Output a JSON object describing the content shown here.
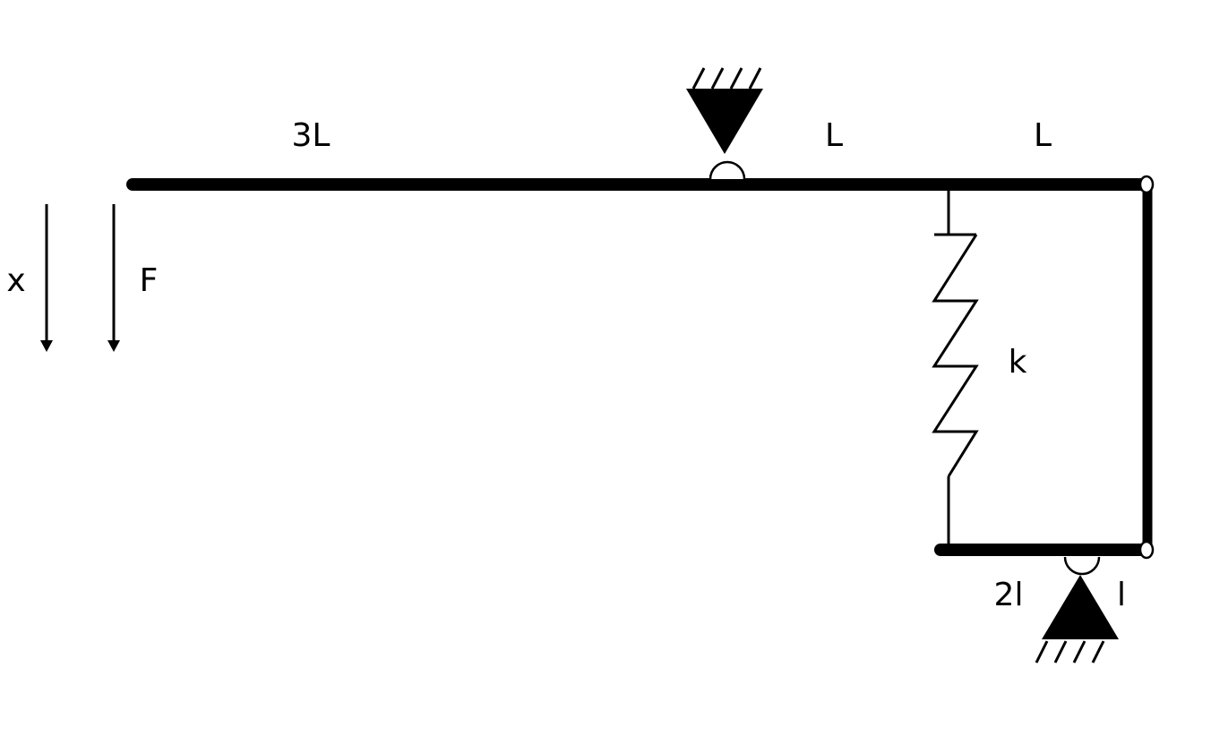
{
  "labels": {
    "x": "x",
    "force": "F",
    "left_segment": "3L",
    "middle_segment": "L",
    "right_segment": "L",
    "spring": "k",
    "lower_left_segment": "2l",
    "lower_right_segment": "l"
  },
  "colors": {
    "ink": "#000000",
    "background": "#ffffff"
  }
}
